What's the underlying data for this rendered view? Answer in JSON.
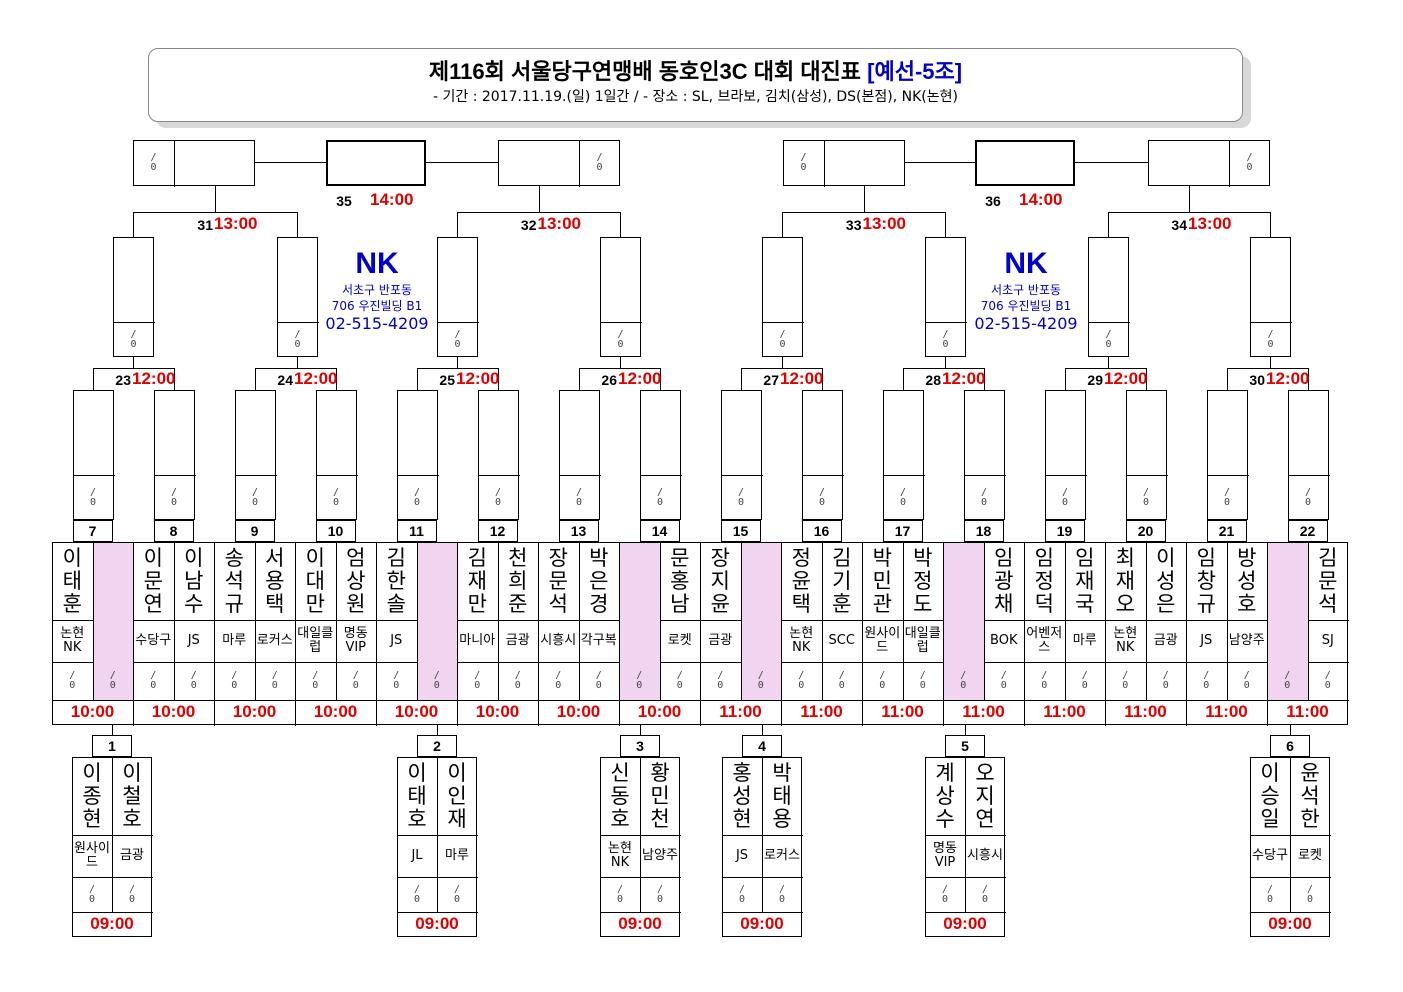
{
  "header": {
    "title": "제116회 서울당구연맹배 동호인3C 대회 대진표",
    "group": "[예선-5조]",
    "subtitle": "- 기간 : 2017.11.19.(일) 1일간 / - 장소 : SL, 브라보, 김치(삼성), DS(본점), NK(논현)"
  },
  "venues": [
    {
      "name": "NK",
      "addr1": "서초구 반포동",
      "addr2": "706 우진빌딩 B1",
      "phone": "02-515-4209"
    },
    {
      "name": "NK",
      "addr1": "서초구 반포동",
      "addr2": "706 우진빌딩 B1",
      "phone": "02-515-4209"
    }
  ],
  "score_label": "0",
  "first_round": [
    {
      "no": "1",
      "time": "09:00",
      "players": [
        {
          "name": "이종현",
          "club": "원사이드"
        },
        {
          "name": "이철호",
          "club": "금광"
        }
      ]
    },
    {
      "no": "2",
      "time": "09:00",
      "players": [
        {
          "name": "이태호",
          "club": "JL"
        },
        {
          "name": "이인재",
          "club": "마루"
        }
      ]
    },
    {
      "no": "3",
      "time": "09:00",
      "players": [
        {
          "name": "신동호",
          "club": "논현NK"
        },
        {
          "name": "황민천",
          "club": "남양주"
        }
      ]
    },
    {
      "no": "4",
      "time": "09:00",
      "players": [
        {
          "name": "홍성현",
          "club": "JS"
        },
        {
          "name": "박태용",
          "club": "로커스"
        }
      ]
    },
    {
      "no": "5",
      "time": "09:00",
      "players": [
        {
          "name": "계상수",
          "club": "명동VIP"
        },
        {
          "name": "오지연",
          "club": "시흥시"
        }
      ]
    },
    {
      "no": "6",
      "time": "09:00",
      "players": [
        {
          "name": "이승일",
          "club": "수당구"
        },
        {
          "name": "윤석한",
          "club": "로켓"
        }
      ]
    }
  ],
  "second_round": [
    {
      "no": "7",
      "time": "10:00",
      "players": [
        {
          "name": "이태훈",
          "club": "논현NK"
        },
        {
          "name": "",
          "club": ""
        }
      ]
    },
    {
      "no": "8",
      "time": "10:00",
      "players": [
        {
          "name": "이문연",
          "club": "수당구"
        },
        {
          "name": "이남수",
          "club": "JS"
        }
      ]
    },
    {
      "no": "9",
      "time": "10:00",
      "players": [
        {
          "name": "송석규",
          "club": "마루"
        },
        {
          "name": "서용택",
          "club": "로커스"
        }
      ]
    },
    {
      "no": "10",
      "time": "10:00",
      "players": [
        {
          "name": "이대만",
          "club": "대일클럽"
        },
        {
          "name": "엄상원",
          "club": "명동VIP"
        }
      ]
    },
    {
      "no": "11",
      "time": "10:00",
      "players": [
        {
          "name": "김한솔",
          "club": "JS"
        },
        {
          "name": "",
          "club": ""
        }
      ]
    },
    {
      "no": "12",
      "time": "10:00",
      "players": [
        {
          "name": "김재만",
          "club": "마니아"
        },
        {
          "name": "천희준",
          "club": "금광"
        }
      ]
    },
    {
      "no": "13",
      "time": "10:00",
      "players": [
        {
          "name": "장문석",
          "club": "시흥시"
        },
        {
          "name": "박은경",
          "club": "각구복"
        }
      ]
    },
    {
      "no": "14",
      "time": "10:00",
      "players": [
        {
          "name": "",
          "club": ""
        },
        {
          "name": "문홍남",
          "club": "로켓"
        }
      ]
    },
    {
      "no": "15",
      "time": "11:00",
      "players": [
        {
          "name": "장지윤",
          "club": "금광"
        },
        {
          "name": "",
          "club": ""
        }
      ]
    },
    {
      "no": "16",
      "time": "11:00",
      "players": [
        {
          "name": "정윤택",
          "club": "논현NK"
        },
        {
          "name": "김기훈",
          "club": "SCC"
        }
      ]
    },
    {
      "no": "17",
      "time": "11:00",
      "players": [
        {
          "name": "박민관",
          "club": "원사이드"
        },
        {
          "name": "박정도",
          "club": "대일클럽"
        }
      ]
    },
    {
      "no": "18",
      "time": "11:00",
      "players": [
        {
          "name": "",
          "club": ""
        },
        {
          "name": "임광채",
          "club": "BOK"
        }
      ]
    },
    {
      "no": "19",
      "time": "11:00",
      "players": [
        {
          "name": "임정덕",
          "club": "어벤저스"
        },
        {
          "name": "임재국",
          "club": "마루"
        }
      ]
    },
    {
      "no": "20",
      "time": "11:00",
      "players": [
        {
          "name": "최재오",
          "club": "논현NK"
        },
        {
          "name": "이성은",
          "club": "금광"
        }
      ]
    },
    {
      "no": "21",
      "time": "11:00",
      "players": [
        {
          "name": "임창규",
          "club": "JS"
        },
        {
          "name": "방성호",
          "club": "남양주"
        }
      ]
    },
    {
      "no": "22",
      "time": "11:00",
      "players": [
        {
          "name": "",
          "club": ""
        },
        {
          "name": "김문석",
          "club": "SJ"
        }
      ]
    }
  ],
  "third_round": [
    {
      "no": "23",
      "time": "12:00"
    },
    {
      "no": "24",
      "time": "12:00"
    },
    {
      "no": "25",
      "time": "12:00"
    },
    {
      "no": "26",
      "time": "12:00"
    },
    {
      "no": "27",
      "time": "12:00"
    },
    {
      "no": "28",
      "time": "12:00"
    },
    {
      "no": "29",
      "time": "12:00"
    },
    {
      "no": "30",
      "time": "12:00"
    }
  ],
  "fourth_round": [
    {
      "no": "31",
      "time": "13:00"
    },
    {
      "no": "32",
      "time": "13:00"
    },
    {
      "no": "33",
      "time": "13:00"
    },
    {
      "no": "34",
      "time": "13:00"
    }
  ],
  "final_round": [
    {
      "no": "35",
      "time": "14:00"
    },
    {
      "no": "36",
      "time": "14:00"
    }
  ]
}
